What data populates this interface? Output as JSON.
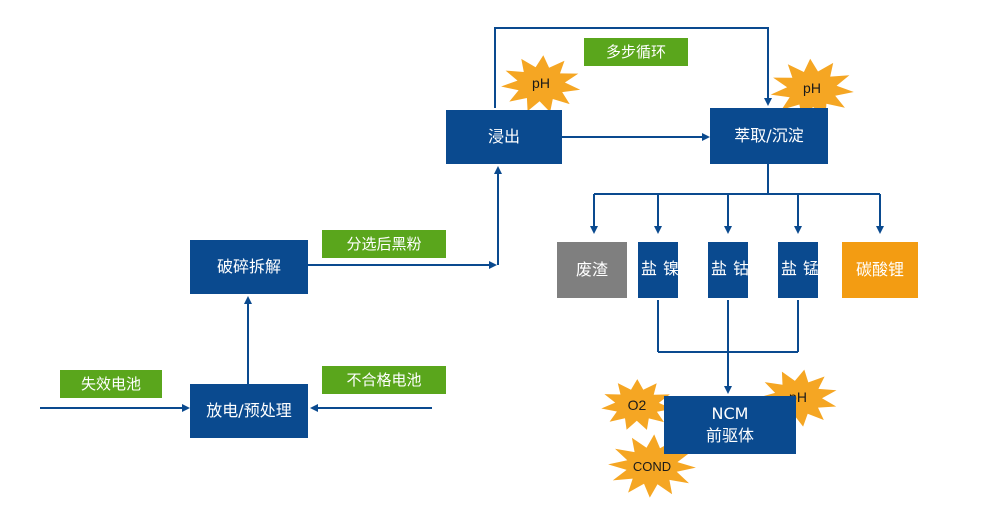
{
  "nodes": {
    "leach": "浸出",
    "extract": "萃取/沉淀",
    "crush": "破碎拆解",
    "discharge": "放电/预处理",
    "waste": "废渣",
    "nickel": "镍\n盐",
    "cobalt": "钴\n盐",
    "manganese": "锰\n盐",
    "lithium": "碳酸锂",
    "ncm_line1": "NCM",
    "ncm_line2": "前驱体"
  },
  "labels": {
    "multi_cycle": "多步循环",
    "black_powder": "分选后黑粉",
    "failed_battery": "失效电池",
    "unqualified_battery": "不合格电池"
  },
  "bursts": {
    "ph_leach": "pH",
    "ph_extract": "pH",
    "ph_ncm": "pH",
    "o2": "O2",
    "cond": "COND"
  },
  "colors": {
    "process": "#0a4a8f",
    "label": "#5aa61c",
    "waste": "#7f7f7f",
    "product": "#f39c12",
    "burst": "#f5a623"
  }
}
